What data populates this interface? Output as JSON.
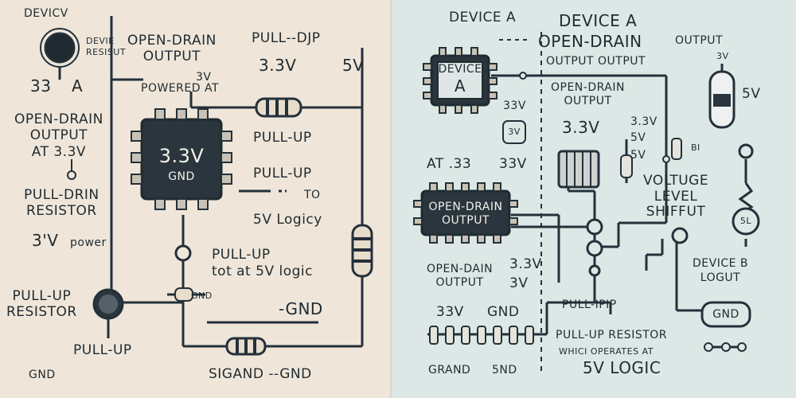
{
  "left": {
    "device": "DEVICV",
    "device_resist": "DEVIE\nRESISUT",
    "open_drain_output": "OPEN-DRAIN\nOUTPUT",
    "pull_up_top": "PULL--DJP",
    "v33_top": "3.3V",
    "v5_top": "5V",
    "num_33": "33",
    "letter_a": "A",
    "powered_at": "POWERED AT",
    "powered_3v": "3V",
    "chip_voltage": "3.3V",
    "chip_gnd": "GND",
    "open_drain_at_33": "OPEN-DRAIN\nOUTPUT\nAT 3.3V",
    "pull_up_1": "PULL-UP",
    "pull_up_2": "PULL-UP",
    "to_label": "TO",
    "five_v_logicy": "5V Logicy",
    "pull_drin_resistor": "PULL-DRIN\nRESISTOR",
    "three_v_power_num": "3'V",
    "three_v_power_word": "power",
    "pull_up_tot": "PULL-UP\ntot at 5V logic",
    "gnd_small": "GND",
    "pull_up_resistor": "PULL-UP\nRESISTOR",
    "gnd_right": "-GND",
    "pull_up_bottom": "PULL-UP",
    "gnd_bottom": "GND",
    "sigand_gnd": "SIGAND --GND"
  },
  "right": {
    "device_a_1": "DEVICE A",
    "device_a_2": "DEVICE A",
    "open_drain_title": "OPEN-DRAIN",
    "output_title": "OUTPUT",
    "v_small": "3V",
    "chip_device": "DEVICE",
    "chip_a": "A",
    "output_output": "OUTPUT OUTPUT",
    "open_drain_output": "OPEN-DRAIN\nOUTPUT",
    "v33_a": "33V",
    "v33_big": "3.3V",
    "v33_b": "3.3V",
    "five_v_1": "5V",
    "five_v_2": "5V",
    "bi": "BI",
    "five_v_right": "5V",
    "v3_box": "3V",
    "at_33": "AT .33",
    "v33_c": "33V",
    "voltage_shift": "VOLTUGE\nLEVEL\nSHIFFUT",
    "chip_open_drain": "OPEN-DRAIN\nOUTPUT",
    "five_l": "5L",
    "device_b": "DEVICE B\nLOGUT",
    "open_dain_output": "OPEN-DAIN\nOUTPUT",
    "v33_d": "3.3V",
    "v3_d": "3V",
    "v33_e": "33V",
    "gnd_e": "GND",
    "pull_ipip": "PULL-IPIP",
    "gnd_box": "GND",
    "pull_up_resistor": "PULL-UP RESISTOR",
    "which_operates": "WHICI OPERATES AT",
    "five_v_logic": "5V LOGIC",
    "grand": "GRAND",
    "five_nd": "5ND"
  }
}
